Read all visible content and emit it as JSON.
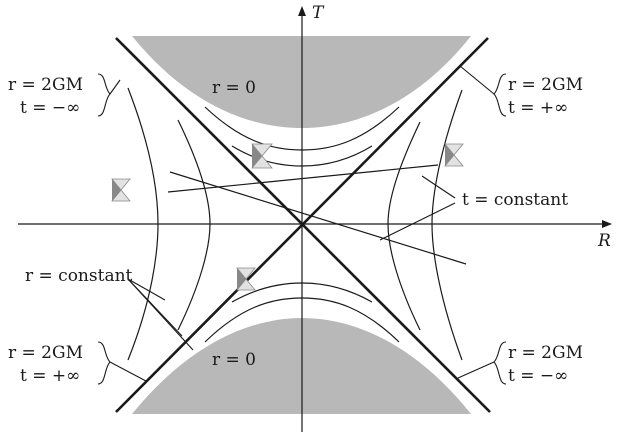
{
  "axes": {
    "t_label": "T",
    "r_label": "R"
  },
  "labels": {
    "singularity_top": "r = 0",
    "singularity_bottom": "r = 0",
    "t_constant": "t = constant",
    "r_constant": "r = constant"
  },
  "horizon_labels": {
    "upper_left": {
      "line1": "r = 2GM",
      "line2": "t = −∞"
    },
    "upper_right": {
      "line1": "r = 2GM",
      "line2": "t = +∞"
    },
    "lower_left": {
      "line1": "r = 2GM",
      "line2": "t = +∞"
    },
    "lower_right": {
      "line1": "r = 2GM",
      "line2": "t = −∞"
    }
  },
  "colors": {
    "ink": "#1a1a1a",
    "shade": "#b8b8b8",
    "cone_dark": "#888888",
    "cone_light": "#e2e2e2"
  }
}
